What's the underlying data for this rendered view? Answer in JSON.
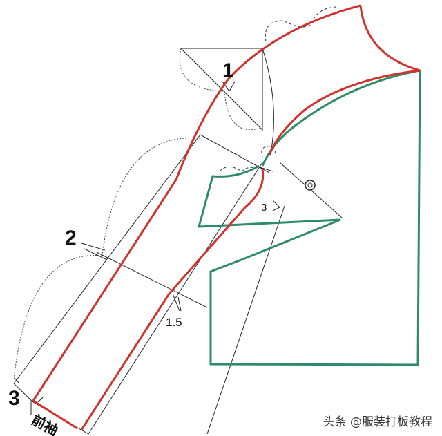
{
  "labels": {
    "mark_1": "1",
    "mark_2": "2",
    "mark_3_small": "3",
    "mark_1_5": "1.5",
    "mark_3_large": "3",
    "sleeve_name": "前袖",
    "notch_symbol": "◎"
  },
  "watermark": "头条 @服装打板教程",
  "colors": {
    "sleeve": "#d0312d",
    "bodice": "#2e8b6a",
    "construction": "#222222"
  }
}
